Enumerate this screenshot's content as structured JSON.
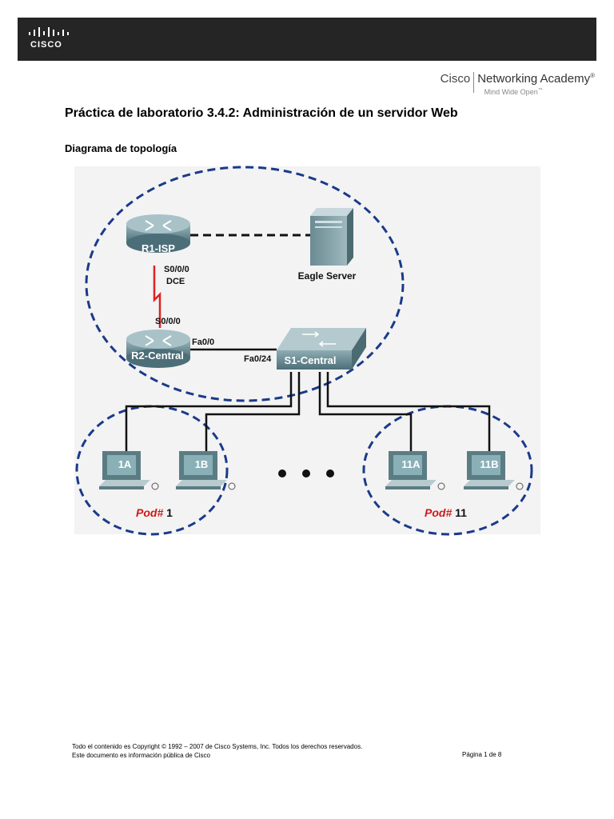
{
  "header": {
    "logo_text": "CISCO",
    "brand": "Cisco",
    "academy": "Networking Academy",
    "registered": "®",
    "tagline": "Mind Wide Open",
    "tm": "™"
  },
  "document": {
    "title": "Práctica de laboratorio 3.4.2: Administración de un servidor Web",
    "section": "Diagrama de topología"
  },
  "diagram": {
    "routers": [
      {
        "id": "r1",
        "label": "R1-ISP"
      },
      {
        "id": "r2",
        "label": "R2-Central"
      }
    ],
    "switch": {
      "label": "S1-Central"
    },
    "server": {
      "label": "Eagle Server"
    },
    "link_labels": {
      "r1_serial": "S0/0/0",
      "r1_dce": "DCE",
      "r2_serial": "S0/0/0",
      "r2_fa": "Fa0/0",
      "s1_fa": "Fa0/24"
    },
    "hosts": [
      "1A",
      "1B",
      "11A",
      "11B"
    ],
    "pods": [
      {
        "prefix": "Pod#",
        "number": "1"
      },
      {
        "prefix": "Pod#",
        "number": "11"
      }
    ],
    "colors": {
      "dashed": "#1a3a8a",
      "router": "#6e8f98",
      "host": "#7fa6ad",
      "serial": "#e02020",
      "pod_text": "#d01818"
    }
  },
  "footer": {
    "line1": "Todo el contenido es Copyright © 1992 – 2007 de Cisco Systems, Inc. Todos los derechos reservados.",
    "line2": "Este documento es información pública de Cisco",
    "page": "Página 1 de 8"
  }
}
